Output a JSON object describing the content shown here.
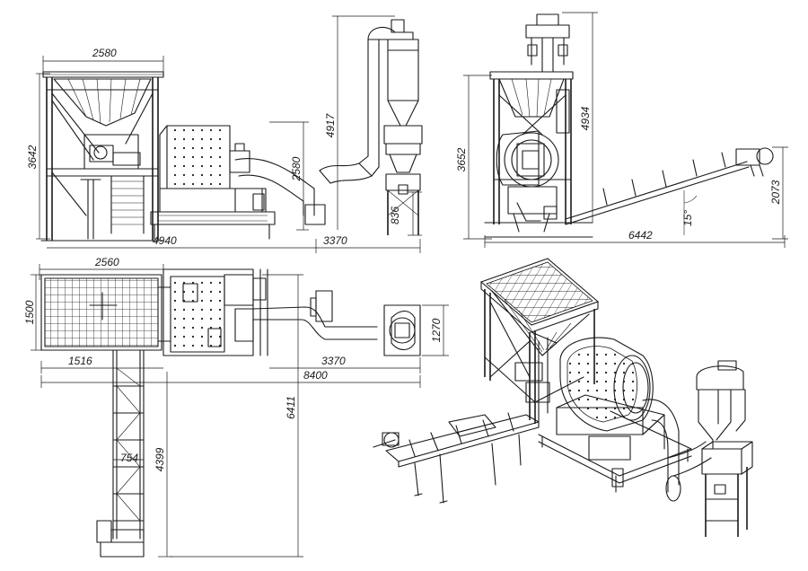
{
  "side_view": {
    "dims": {
      "hopper_width": "2580",
      "hopper_height": "3642",
      "mill_height": "2580",
      "total_length": "4940",
      "duct_height": "4917",
      "cyclone_support_height": "836",
      "cyclone_offset": "3370"
    }
  },
  "end_view": {
    "dims": {
      "frame_height": "3652",
      "cyclone_height": "4934",
      "conveyor_height": "2073",
      "conveyor_length": "6442",
      "conveyor_angle": "15°"
    }
  },
  "top_view": {
    "dims": {
      "grid_width": "2560",
      "grid_depth": "1500",
      "grid_offset": "1516",
      "cyclone_offset": "3370",
      "total_length": "8400",
      "cyclone_width": "1270",
      "total_depth": "6411",
      "conveyor_length": "4399",
      "conveyor_width": "754"
    }
  },
  "iso_view": {}
}
